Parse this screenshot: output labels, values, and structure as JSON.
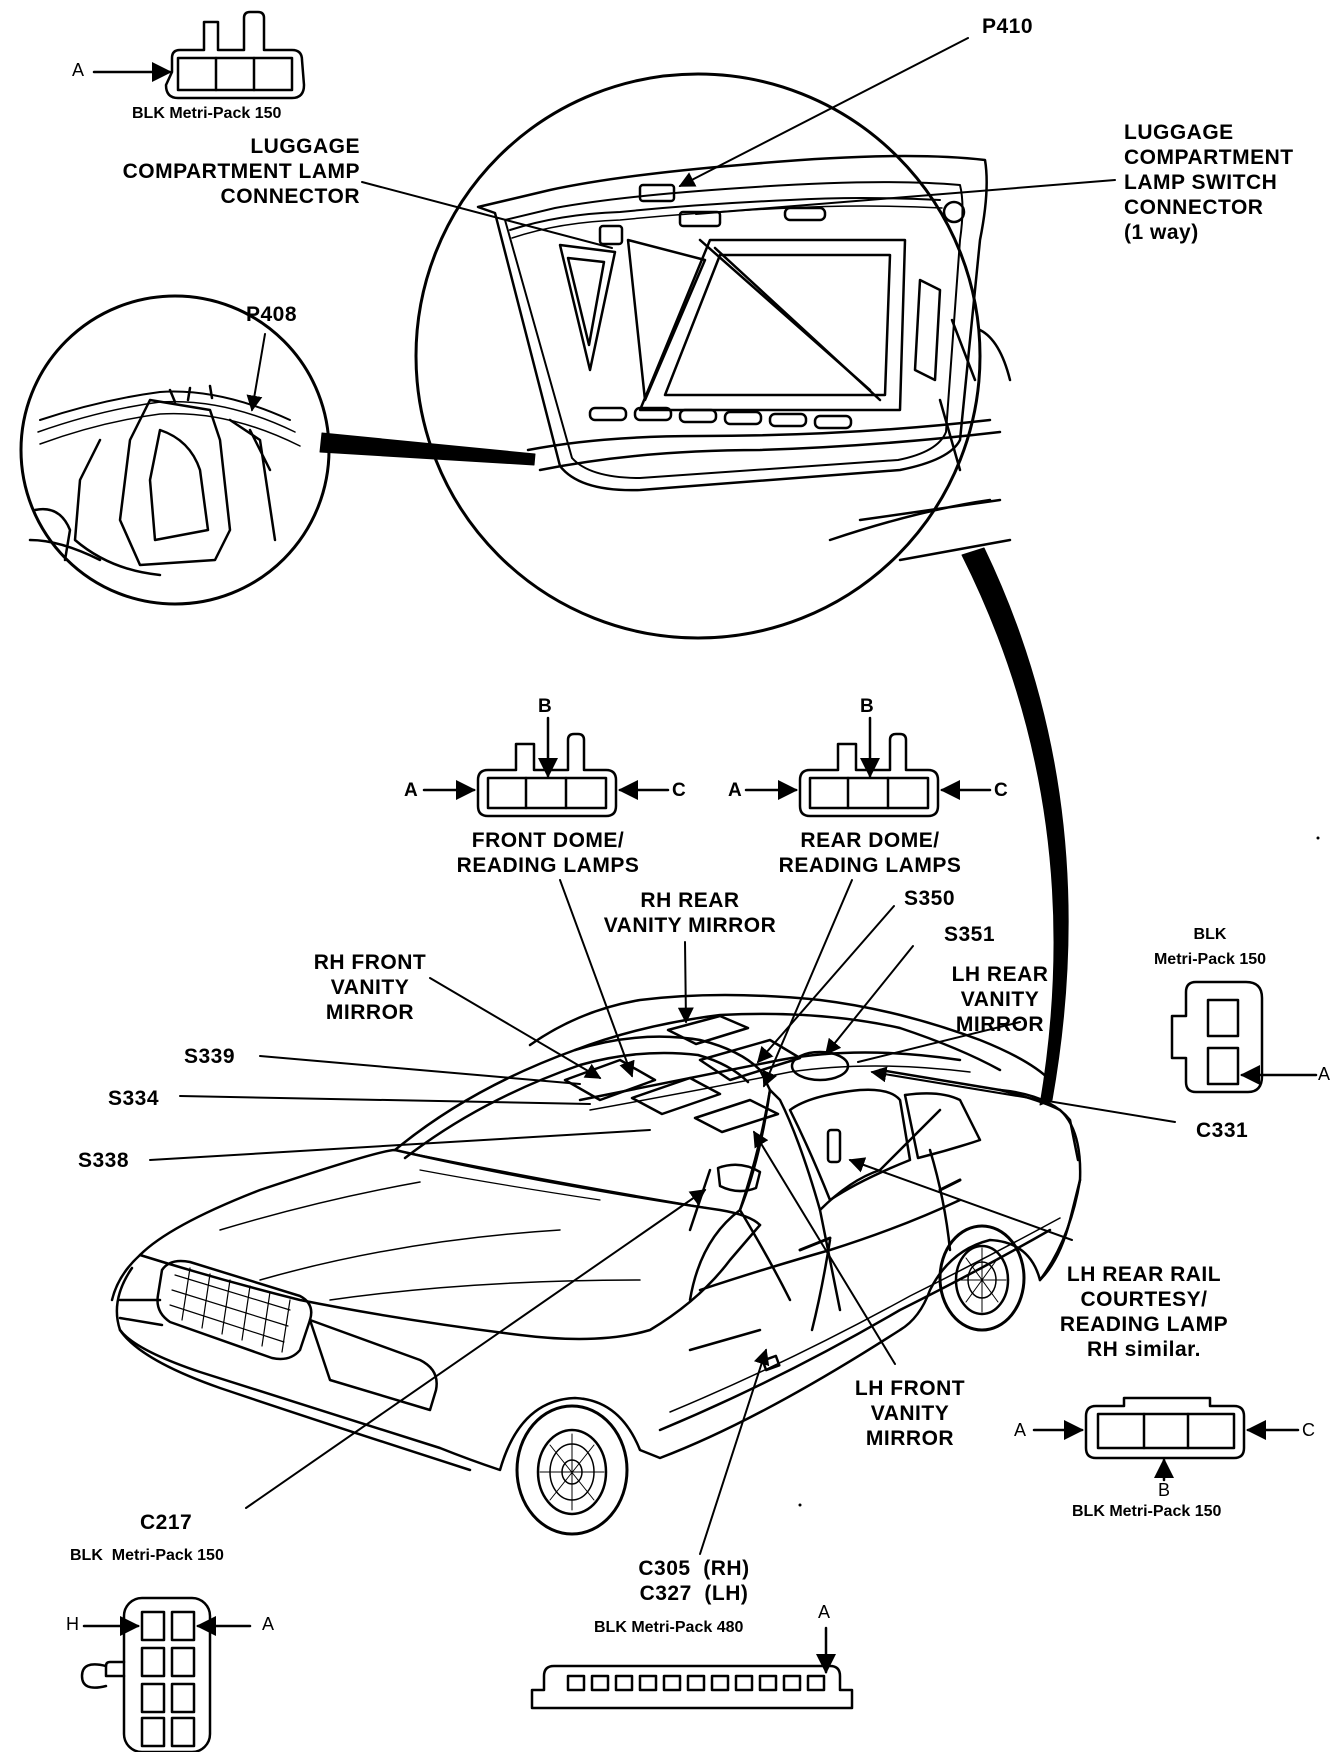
{
  "labels": {
    "top_conn_pin_a": "A",
    "top_conn_name": "BLK Metri-Pack 150",
    "p410": "P410",
    "luggage_lamp_connector": "LUGGAGE\nCOMPARTMENT LAMP\nCONNECTOR",
    "luggage_lamp_switch_connector": "LUGGAGE\nCOMPARTMENT\nLAMP SWITCH\nCONNECTOR\n(1 way)",
    "p408": "P408",
    "front_dome_pin_b": "B",
    "front_dome_pin_a": "A",
    "front_dome_pin_c": "C",
    "front_dome_name": "FRONT DOME/\nREADING LAMPS",
    "rear_dome_pin_b": "B",
    "rear_dome_pin_a": "A",
    "rear_dome_pin_c": "C",
    "rear_dome_name": "REAR DOME/\nREADING LAMPS",
    "rh_rear_vanity": "RH REAR\nVANITY MIRROR",
    "s350": "S350",
    "s351": "S351",
    "lh_rear_vanity": "LH REAR\nVANITY\nMIRROR",
    "rh_front_vanity": "RH FRONT\nVANITY\nMIRROR",
    "s339": "S339",
    "s334": "S334",
    "s338": "S338",
    "c331_conn_name": "BLK\nMetri-Pack 150",
    "c331_pin_a": "A",
    "c331": "C331",
    "lh_rear_rail": "LH REAR RAIL\nCOURTESY/\nREADING LAMP\nRH similar.",
    "rail_pin_a": "A",
    "rail_pin_c": "C",
    "rail_pin_b": "B",
    "rail_conn_name": "BLK Metri-Pack 150",
    "lh_front_vanity": "LH FRONT\nVANITY\nMIRROR",
    "c217": "C217",
    "c217_conn_name": "BLK  Metri-Pack 150",
    "c217_pin_h": "H",
    "c217_pin_a": "A",
    "c305_c327": "C305  (RH)\nC327  (LH)",
    "c305_conn_name": "BLK Metri-Pack 480",
    "c305_pin_a": "A"
  }
}
